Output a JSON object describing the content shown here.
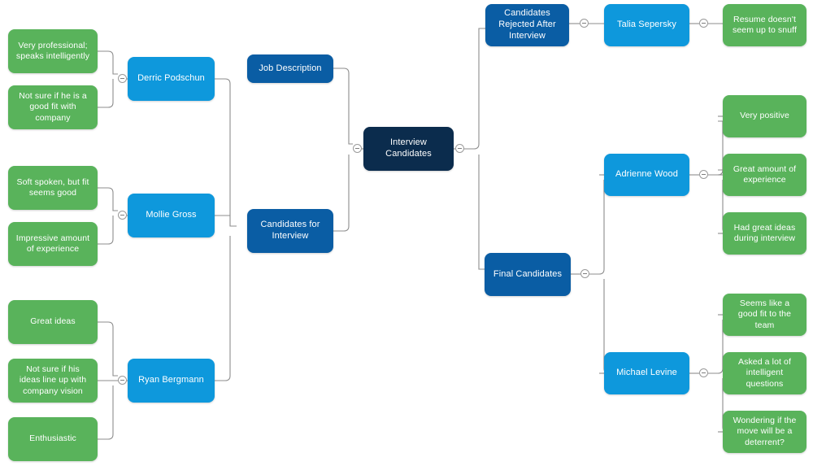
{
  "diagram": {
    "type": "mind-map",
    "title": "Interview Candidates",
    "background": "#ffffff",
    "palette": {
      "green": "#59b35b",
      "light_blue": "#0e98dc",
      "medium_blue": "#0a5da4",
      "navy": "#0b2c4d",
      "connector": "#8d8d8d"
    }
  },
  "nodes": {
    "root": {
      "label": "Interview Candidates"
    },
    "job_description": {
      "label": "Job Description"
    },
    "candidates_for_interview": {
      "label": "Candidates for Interview"
    },
    "candidates_rejected": {
      "label": "Candidates Rejected After Interview"
    },
    "final_candidates": {
      "label": "Final Candidates"
    },
    "derric": {
      "label": "Derric Podschun"
    },
    "mollie": {
      "label": "Mollie Gross"
    },
    "ryan": {
      "label": "Ryan Bergmann"
    },
    "talia": {
      "label": "Talia Sepersky"
    },
    "adrienne": {
      "label": "Adrienne Wood"
    },
    "michael": {
      "label": "Michael Levine"
    },
    "derric_notes": [
      "Very professional; speaks intelligently",
      "Not sure if he is a good fit with company"
    ],
    "mollie_notes": [
      "Soft spoken, but fit seems good",
      "Impressive amount of experience"
    ],
    "ryan_notes": [
      "Great ideas",
      "Not sure if his ideas line up with company vision",
      "Enthusiastic"
    ],
    "talia_notes": [
      "Resume doesn't seem up to snuff"
    ],
    "adrienne_notes": [
      "Very positive",
      "Great amount of experience",
      "Had great ideas during interview"
    ],
    "michael_notes": [
      "Seems like a good fit to the team",
      "Asked a lot of intelligent questions",
      "Wondering if the move will be a deterrent?"
    ]
  },
  "toggles": {
    "icon": "collapse-minus-icon",
    "count": 10
  }
}
